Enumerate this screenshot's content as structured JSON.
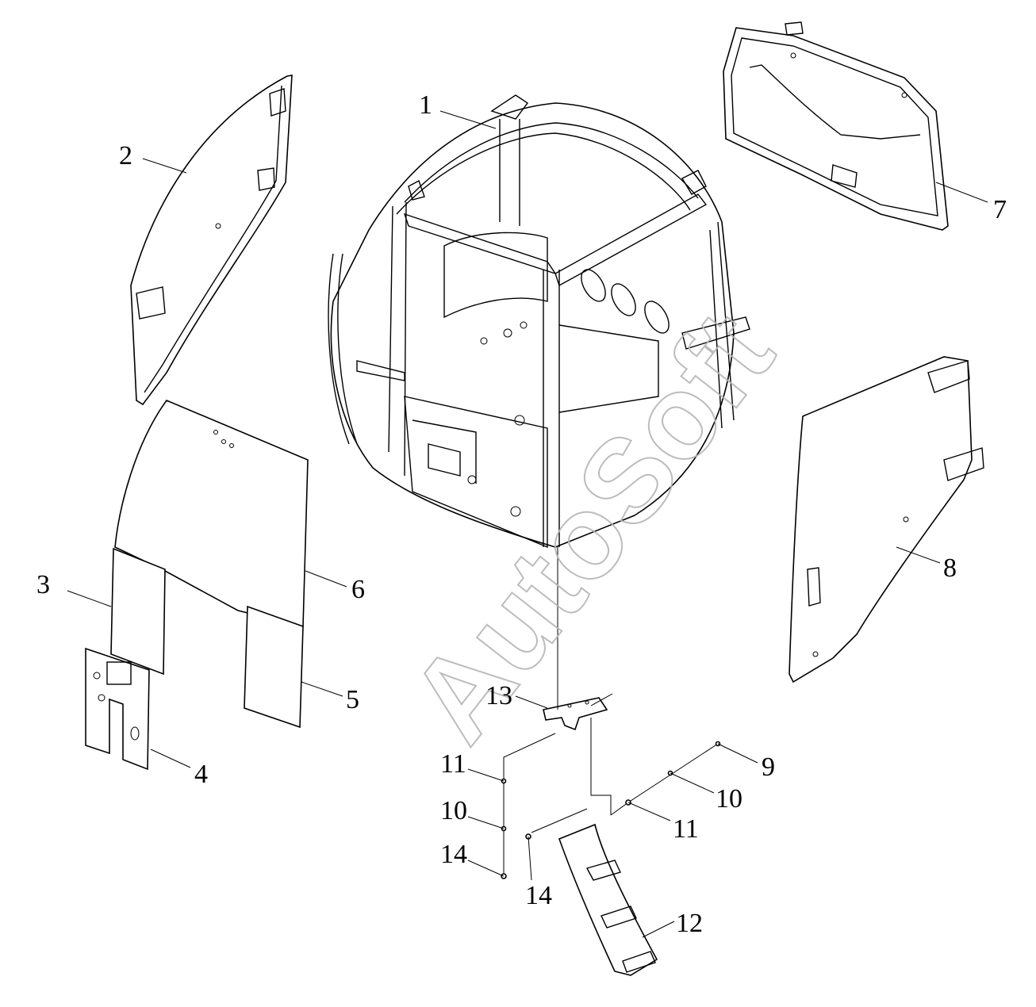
{
  "watermark": "AutoSoft",
  "callouts": [
    {
      "id": "c1",
      "text": "1"
    },
    {
      "id": "c2",
      "text": "2"
    },
    {
      "id": "c3",
      "text": "3"
    },
    {
      "id": "c4",
      "text": "4"
    },
    {
      "id": "c5",
      "text": "5"
    },
    {
      "id": "c6",
      "text": "6"
    },
    {
      "id": "c7",
      "text": "7"
    },
    {
      "id": "c8",
      "text": "8"
    },
    {
      "id": "c9",
      "text": "9"
    },
    {
      "id": "c10a",
      "text": "10"
    },
    {
      "id": "c10b",
      "text": "10"
    },
    {
      "id": "c11a",
      "text": "11"
    },
    {
      "id": "c11b",
      "text": "11"
    },
    {
      "id": "c12",
      "text": "12"
    },
    {
      "id": "c13",
      "text": "13"
    },
    {
      "id": "c14a",
      "text": "14"
    },
    {
      "id": "c14b",
      "text": "14"
    }
  ]
}
